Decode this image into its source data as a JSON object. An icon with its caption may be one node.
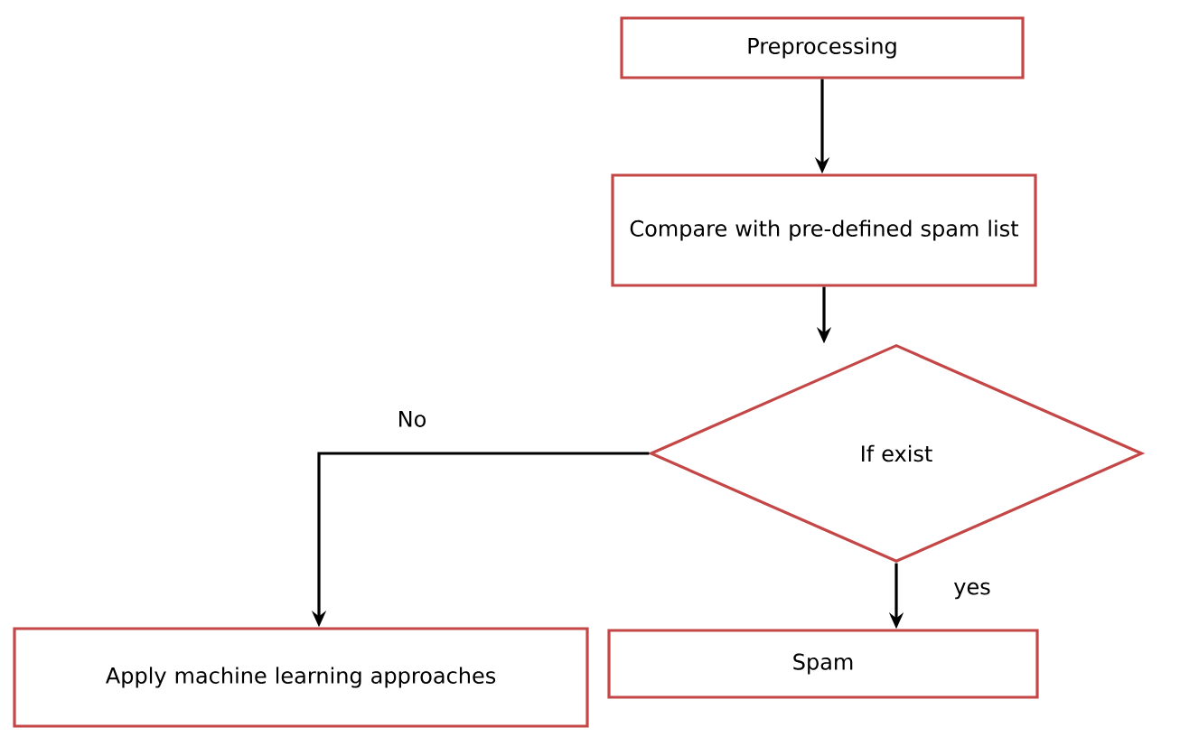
{
  "diagram": {
    "nodes": [
      {
        "text": [
          "Preprocessing"
        ]
      },
      {
        "text": [
          "Compare with pre-defined spam list"
        ]
      },
      {
        "text": [
          "If exist"
        ]
      },
      {
        "text": [
          "Apply machine learning approaches"
        ]
      },
      {
        "text": [
          "Spam"
        ]
      }
    ],
    "edges": [
      {
        "from": 0,
        "to": 1,
        "arrow": "to"
      },
      {
        "from": 1,
        "to": 2,
        "arrow": "to"
      },
      {
        "from": 2,
        "to": 3,
        "arrow": "to",
        "label": "No"
      },
      {
        "from": 2,
        "to": 4,
        "arrow": "to",
        "label": "yes"
      }
    ]
  }
}
